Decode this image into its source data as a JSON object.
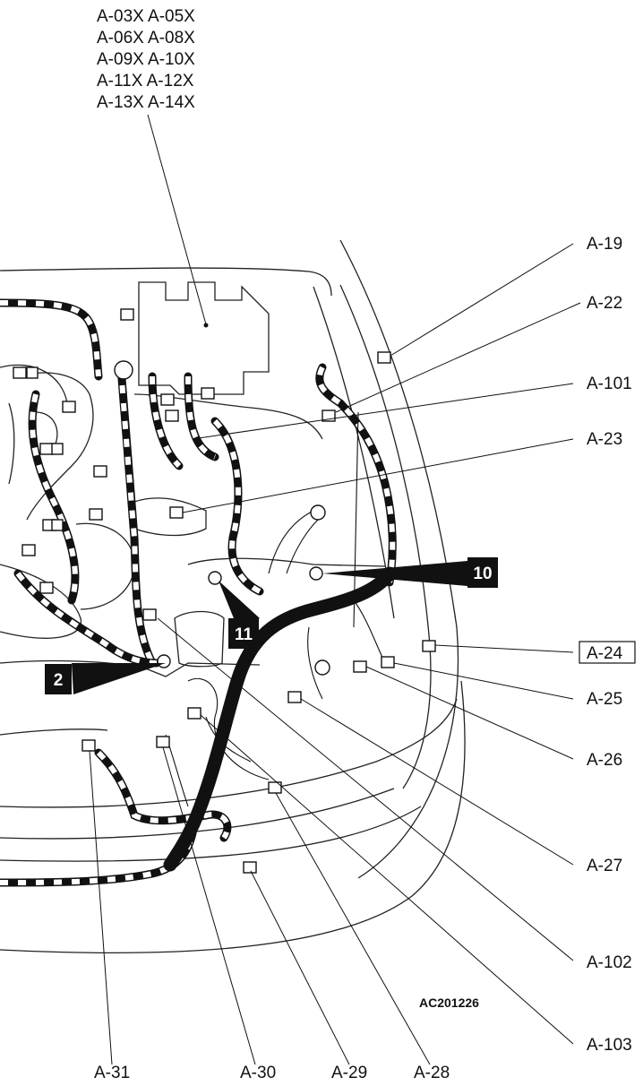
{
  "top_callout": {
    "lines": [
      "A-03X A-05X",
      "A-06X A-08X",
      "A-09X A-10X",
      "A-11X A-12X",
      "A-13X A-14X"
    ]
  },
  "right_labels": {
    "a19": "A-19",
    "a22": "A-22",
    "a101": "A-101",
    "a23": "A-23",
    "a24": "A-24",
    "a25": "A-25",
    "a26": "A-26",
    "a27": "A-27",
    "a102": "A-102",
    "a103": "A-103"
  },
  "bottom_labels": {
    "a31": "A-31",
    "a30": "A-30",
    "a29": "A-29",
    "a28": "A-28"
  },
  "badges": {
    "b10": "10",
    "b11": "11",
    "b2": "2"
  },
  "figure_code": "AC201226",
  "colors": {
    "ink": "#111111",
    "paper": "#ffffff"
  }
}
